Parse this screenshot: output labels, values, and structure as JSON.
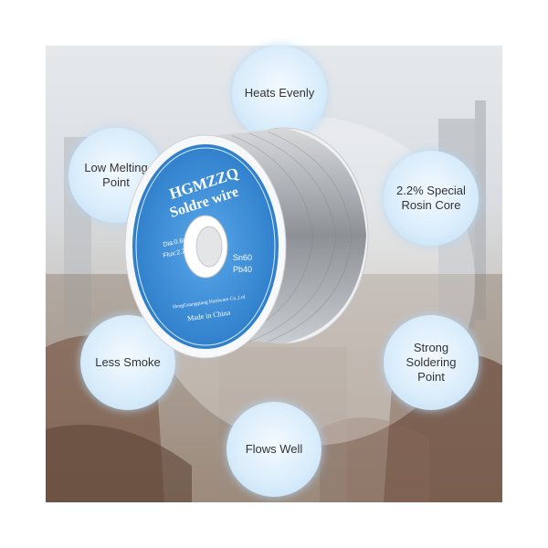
{
  "features": [
    {
      "id": "heats",
      "label": "Heats Evenly"
    },
    {
      "id": "melting",
      "label": "Low Melting\nPoint"
    },
    {
      "id": "rosin",
      "label": "2.2% Special\nRosin Core"
    },
    {
      "id": "smoke",
      "label": "Less Smoke"
    },
    {
      "id": "strong",
      "label": "Strong\nSoldering\nPoint"
    },
    {
      "id": "flows",
      "label": "Flows Well"
    }
  ],
  "spool": {
    "brand": "HGMZZQ",
    "product": "Soldre wire",
    "diameter": "Dia:0.6mm",
    "flux": "Flux:2.2%",
    "sn": "Sn60",
    "pb": "Pb40",
    "maker": "HengGuangqiang Hardware Co.,Ltd",
    "origin": "Made in China"
  },
  "colors": {
    "label_blue": "#3a8fd8",
    "bubble": "#d8ecfb",
    "wire": "#a9adb2"
  }
}
